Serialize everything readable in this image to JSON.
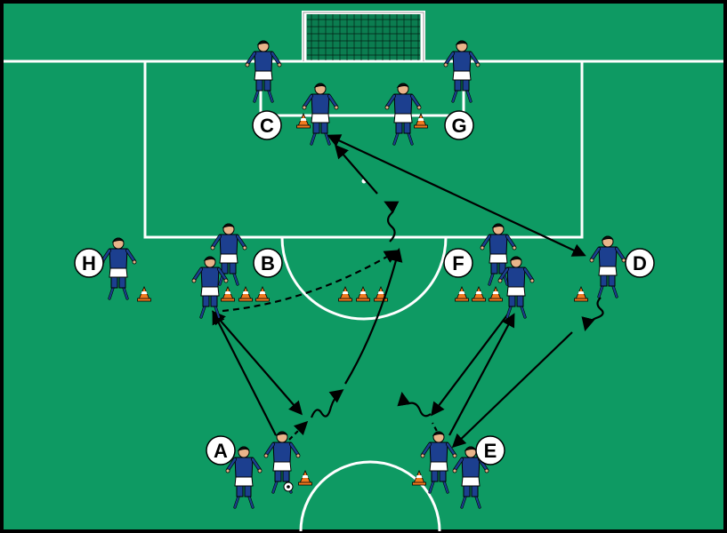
{
  "colors": {
    "border": "#000000",
    "grass": "#0e9a63",
    "line": "#ffffff",
    "jersey": "#1c3f8f",
    "shorts": "#ffffff",
    "skin": "#e9b48a",
    "cone": "#ef7a20",
    "arrow": "#000000"
  },
  "labels": [
    {
      "id": "A",
      "text": "A"
    },
    {
      "id": "B",
      "text": "B"
    },
    {
      "id": "C",
      "text": "C"
    },
    {
      "id": "D",
      "text": "D"
    },
    {
      "id": "E",
      "text": "E"
    },
    {
      "id": "F",
      "text": "F"
    },
    {
      "id": "G",
      "text": "G"
    },
    {
      "id": "H",
      "text": "H"
    }
  ]
}
